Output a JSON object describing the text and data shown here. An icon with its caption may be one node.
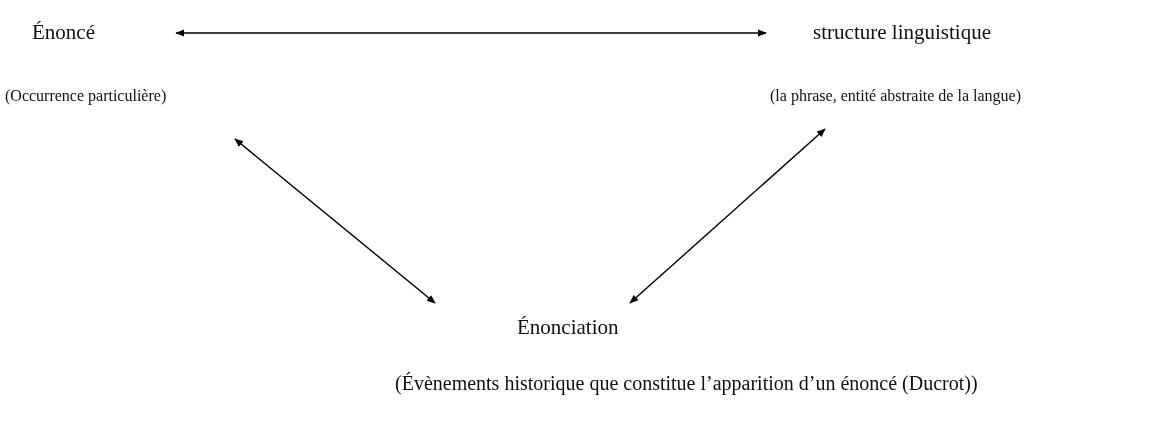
{
  "diagram": {
    "nodes": [
      {
        "text": [
          "Énoncé",
          "(Occurrence particulière)"
        ]
      },
      {
        "text": [
          "structure linguistique",
          "(la phrase, entité abstraite de la langue)"
        ]
      },
      {
        "text": [
          "Énonciation",
          "(Évènements historique que constitue l’apparition d’un énoncé (Ducrot))"
        ]
      }
    ],
    "edges": [
      {
        "from": 0,
        "to": 1,
        "arrow": "both"
      },
      {
        "from": 0,
        "to": 2,
        "arrow": "both"
      },
      {
        "from": 1,
        "to": 2,
        "arrow": "both"
      }
    ]
  }
}
